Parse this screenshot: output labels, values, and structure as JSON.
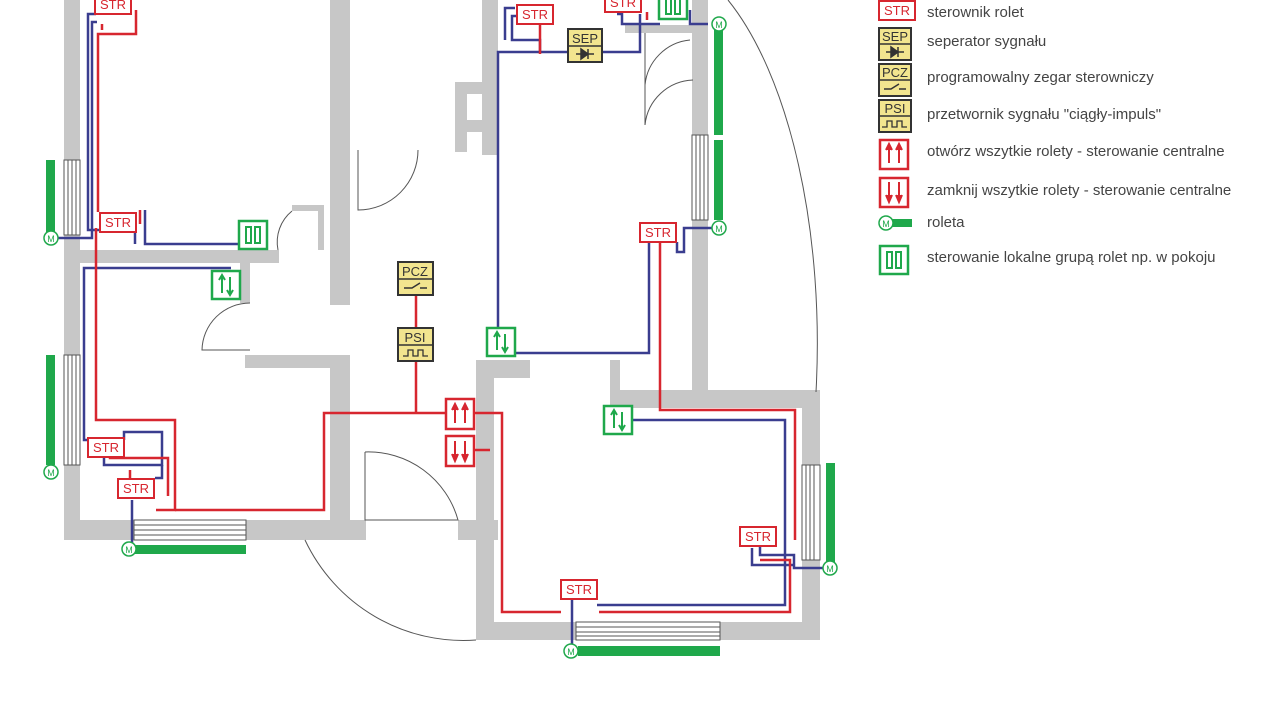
{
  "colors": {
    "wall": "#c7c7c7",
    "red_wire": "#d7262f",
    "blue_wire": "#3a3d8f",
    "green": "#1fa84b",
    "yellow": "#f2e58f",
    "dark": "#333333"
  },
  "plan": {
    "devices": {
      "str": "STR",
      "sep": "SEP",
      "pcz": "PCZ",
      "psi": "PSI",
      "motor": "M"
    }
  },
  "legend": {
    "items": [
      {
        "icon": "str-controller-icon",
        "code": "STR",
        "label": "sterownik rolet"
      },
      {
        "icon": "signal-separator-icon",
        "code": "SEP",
        "label": "seperator sygnału"
      },
      {
        "icon": "programmable-clock-icon",
        "code": "PCZ",
        "label": "programowalny zegar sterowniczy"
      },
      {
        "icon": "signal-converter-icon",
        "code": "PSI",
        "label": "przetwornik sygnału \"ciągły-impuls\""
      },
      {
        "icon": "central-open-icon",
        "code": "",
        "label": "otwórz wszytkie rolety - sterowanie centralne"
      },
      {
        "icon": "central-close-icon",
        "code": "",
        "label": "zamknij wszytkie rolety - sterowanie centralne"
      },
      {
        "icon": "roller-shutter-icon",
        "code": "M",
        "label": "roleta"
      },
      {
        "icon": "local-group-switch-icon",
        "code": "",
        "label": "sterowanie lokalne grupą rolet np. w pokoju"
      }
    ]
  }
}
